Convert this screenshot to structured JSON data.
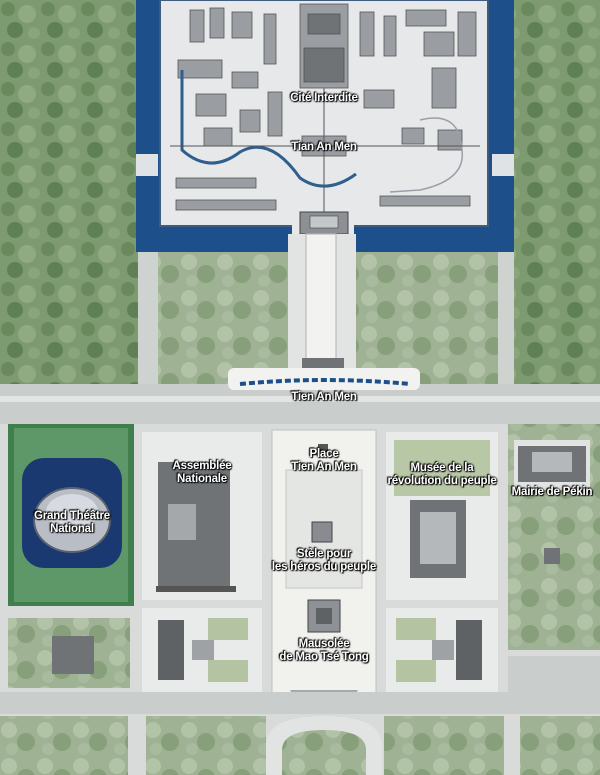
{
  "labels": {
    "cite_interdite": "Cité Interdite",
    "tian_an_men_gate": "Tian An Men",
    "tien_an_men": "Tien An Men",
    "place_line1": "Place",
    "place_line2": "Tien An Men",
    "assemblee_line1": "Assemblée",
    "assemblee_line2": "Nationale",
    "grand_theatre_line1": "Grand Théâtre",
    "grand_theatre_line2": "National",
    "musee_line1": "Musée de la",
    "musee_line2": "révolution du peuple",
    "mairie": "Mairie de Pékin",
    "stele_line1": "Stèle pour",
    "stele_line2": "les héros du peuple",
    "mausolee_line1": "Mausolée",
    "mausolee_line2": "de Mao Tsé Tong"
  },
  "colors": {
    "moat": "#1d4f8a",
    "park": "#6f8c63",
    "road": "#c9cdcc",
    "building": "#6f7376",
    "plaza": "#eeeeec"
  }
}
